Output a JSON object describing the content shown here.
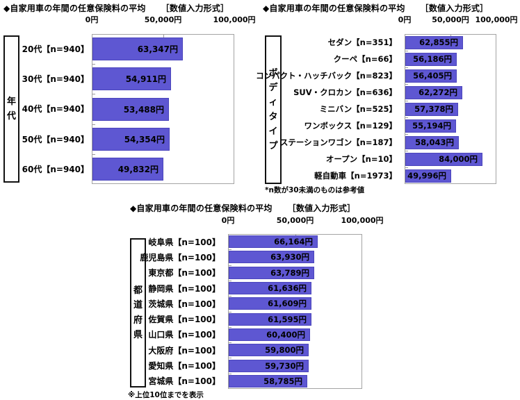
{
  "colors": {
    "bar_fill": "#5E57D2",
    "bar_border": "#4B45BC",
    "frame_border": "#A3A3A3",
    "text": "#000000"
  },
  "chart_data": [
    {
      "type": "bar",
      "orientation": "horizontal",
      "title_main": "◆自家用車の年間の任意保険料の平均",
      "title_note": "［数値入力形式］",
      "group_label": "年代",
      "x_ticks": [
        "0円",
        "50,000円",
        "100,000円"
      ],
      "xlim": [
        0,
        100000
      ],
      "grid": false,
      "categories": [
        "20代【n=940】",
        "30代【n=940】",
        "40代【n=940】",
        "50代【n=940】",
        "60代【n=940】"
      ],
      "values": [
        63347,
        54911,
        53488,
        54354,
        49832
      ],
      "value_labels": [
        "63,347円",
        "54,911円",
        "53,488円",
        "54,354円",
        "49,832円"
      ],
      "footnote": ""
    },
    {
      "type": "bar",
      "orientation": "horizontal",
      "title_main": "◆自家用車の年間の任意保険料の平均",
      "title_note": "［数値入力形式］",
      "group_label": "ボディタイプ",
      "x_ticks": [
        "0円",
        "50,000円",
        "100,000円"
      ],
      "xlim": [
        0,
        100000
      ],
      "grid": false,
      "categories": [
        "セダン【n=351】",
        "クーペ【n=66】",
        "コンパクト・ハッチバック【n=823】",
        "SUV・クロカン【n=636】",
        "ミニバン【n=525】",
        "ワンボックス【n=129】",
        "ステーションワゴン【n=187】",
        "オープン【n=10】",
        "軽自動車【n=1973】"
      ],
      "values": [
        62855,
        56186,
        56405,
        62272,
        57378,
        55194,
        58043,
        84000,
        49996
      ],
      "value_labels": [
        "62,855円",
        "56,186円",
        "56,405円",
        "62,272円",
        "57,378円",
        "55,194円",
        "58,043円",
        "84,000円",
        "49,996円"
      ],
      "footnote": "*n数が30未満のものは参考値"
    },
    {
      "type": "bar",
      "orientation": "horizontal",
      "title_main": "◆自家用車の年間の任意保険料の平均",
      "title_note": "［数値入力形式］",
      "group_label": "都道府県",
      "x_ticks": [
        "0円",
        "50,000円",
        "100,000円"
      ],
      "xlim": [
        0,
        100000
      ],
      "grid": false,
      "categories": [
        "岐阜県【n=100】",
        "鹿児島県【n=100】",
        "東京都【n=100】",
        "静岡県【n=100】",
        "茨城県【n=100】",
        "佐賀県【n=100】",
        "山口県【n=100】",
        "大阪府【n=100】",
        "愛知県【n=100】",
        "宮城県【n=100】"
      ],
      "values": [
        66164,
        63930,
        63789,
        61636,
        61609,
        61595,
        60400,
        59800,
        59730,
        58785
      ],
      "value_labels": [
        "66,164円",
        "63,930円",
        "63,789円",
        "61,636円",
        "61,609円",
        "61,595円",
        "60,400円",
        "59,800円",
        "59,730円",
        "58,785円"
      ],
      "footnote": "※上位10位までを表示"
    }
  ]
}
